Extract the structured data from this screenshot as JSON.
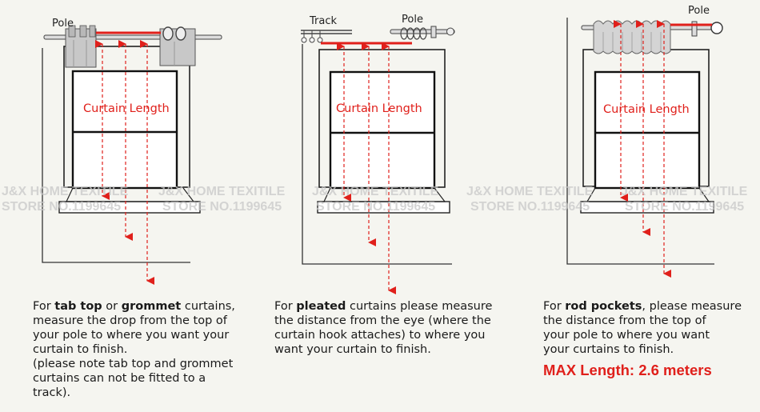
{
  "labels": {
    "pole": "Pole",
    "track": "Track",
    "curtain_length": "Curtain Length"
  },
  "watermark": {
    "line1": "J&X HOME TEXITILE",
    "line2": "STORE NO.1199645"
  },
  "captions": {
    "tab_top": {
      "p1": "For ",
      "b1": "tab top",
      "p2": " or ",
      "b2": "grommet",
      "p3": " curtains,",
      "l2": "measure the drop from the top of",
      "l3": "your pole to where you want your",
      "l4": "curtain to finish.",
      "l5": "(please note tab top and grommet",
      "l6": "curtains can not be fitted to a",
      "l7": "track)."
    },
    "pleated": {
      "p1": "For ",
      "b1": "pleated",
      "p2": " curtains please measure",
      "l2": "the distance from the eye (where the",
      "l3": "curtain hook attaches) to where you",
      "l4": "want your curtain to finish."
    },
    "rod_pocket": {
      "p1": "For ",
      "b1": "rod pockets",
      "p2": ", please measure",
      "l2": "the distance from the top of",
      "l3": "your pole to where you want",
      "l4": "your curtains  to finish."
    }
  },
  "max_length": "MAX Length: 2.6 meters",
  "colors": {
    "accent_red": "#e0201b",
    "line_dark": "#222222",
    "background": "#f5f5f0"
  }
}
